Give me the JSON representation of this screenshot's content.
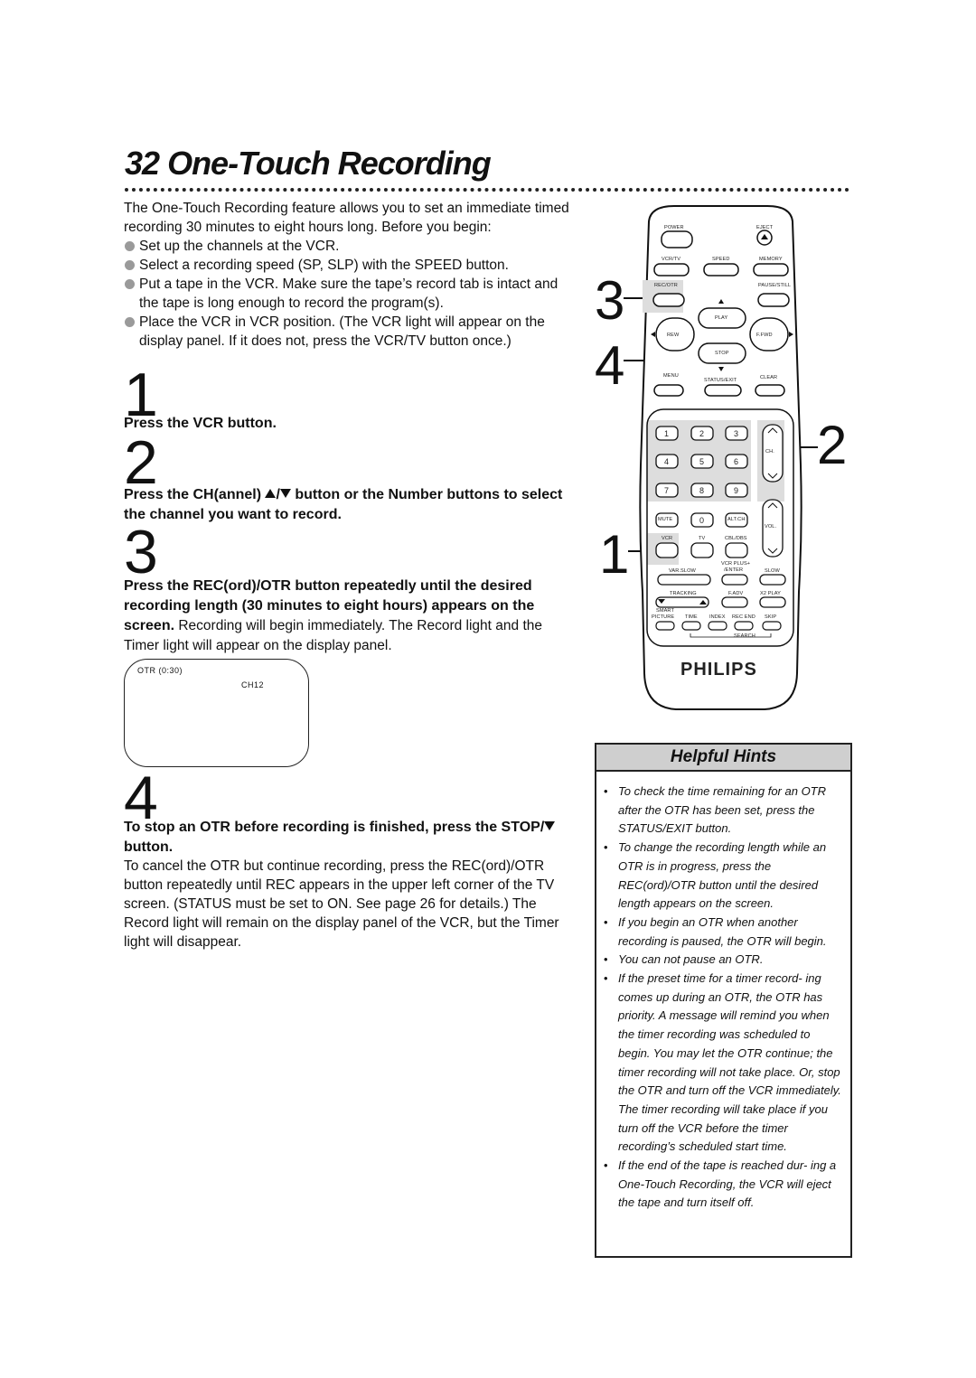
{
  "page": {
    "number": "32",
    "title": "One-Touch Recording"
  },
  "intro": {
    "text": "The One-Touch Recording feature allows you to set an immediate timed recording 30 minutes to eight hours long. Before you begin:",
    "bullets": [
      "Set up the channels at the VCR.",
      "Select a recording speed (SP, SLP) with the SPEED button.",
      "Put a tape in the VCR. Make sure the tape’s record tab is intact and the tape is long enough to record the program(s).",
      "Place the VCR in VCR position. (The VCR light will appear on the display panel. If it does not, press the VCR/TV button once.)"
    ]
  },
  "steps": [
    {
      "number": "1",
      "heading": "Press the VCR button."
    },
    {
      "number": "2",
      "heading_a": "Press the CH(annel) ",
      "heading_b": "/",
      "heading_c": " button or the Number buttons to select the channel you want to record."
    },
    {
      "number": "3",
      "heading": "Press the REC(ord)/OTR button repeatedly until the desired recording length (30 minutes to eight hours) appears on the screen.",
      "body": " Recording will begin immediately. The Record light and the Timer light will appear on the display panel."
    },
    {
      "number": "4",
      "heading_a": "To stop an OTR before recording is finished, press the STOP/",
      "heading_b": " button.",
      "body": "To cancel the OTR but continue recording, press the REC(ord)/OTR button repeatedly until REC appears in the upper left corner of the TV screen. (STATUS must be set to ON. See page 26 for details.) The Record light will remain on the display panel of the VCR, but the Timer light will disappear."
    }
  ],
  "tv_screen": {
    "otr": "OTR (0:30)",
    "channel": "CH12"
  },
  "helpful_hints": {
    "title": "Helpful Hints",
    "items": [
      "To check the time remaining for an OTR after the OTR has been set, press the STATUS/EXIT button.",
      "To change the recording length while an OTR is in progress, press the REC(ord)/OTR button until the desired length appears on the screen.",
      "If you begin an OTR when another recording is paused, the OTR will begin.",
      "You can not pause an OTR.",
      "If the preset time for a timer record- ing comes up during an OTR, the OTR has priority. A message will remind you when the timer recording was scheduled to begin. You may let the OTR continue; the timer recording will not take place. Or, stop the OTR and turn off the VCR immediately. The timer recording will take place if you turn off the VCR before the timer recording’s scheduled start time.",
      "If the end of the tape is reached dur- ing a One-Touch Recording, the VCR will eject the tape and turn itself off."
    ]
  },
  "remote": {
    "callouts": [
      "3",
      "4",
      "2",
      "1"
    ],
    "brand": "PHILIPS",
    "labels": {
      "power": "POWER",
      "eject": "EJECT",
      "vcr_tv": "VCR/TV",
      "speed": "SPEED",
      "memory": "MEMORY",
      "rec_otr": "REC/OTR",
      "pause_still": "PAUSE/STILL",
      "play": "PLAY",
      "rew": "REW",
      "ffwd": "F.FWD",
      "stop": "STOP",
      "menu": "MENU",
      "status_exit": "STATUS/EXIT",
      "clear": "CLEAR",
      "ch": "CH.",
      "vol": "VOL.",
      "mute": "MUTE",
      "alt_ch": "ALT.CH",
      "vcr": "VCR",
      "tv": "TV",
      "cbl_dbs": "CBL/DBS",
      "vcr_plus": "VCR PLUS+",
      "enter": "/ENTER",
      "var_slow": "VAR.SLOW",
      "slow": "SLOW",
      "tracking": "TRACKING",
      "fadv": "F.ADV",
      "x2play": "X2 PLAY",
      "smart": "SMART",
      "picture": "PICTURE",
      "time": "TIME",
      "index": "INDEX",
      "recend": "REC END",
      "skip": "SKIP",
      "search": "SEARCH"
    },
    "keys": [
      "1",
      "2",
      "3",
      "4",
      "5",
      "6",
      "7",
      "8",
      "9",
      "0"
    ]
  }
}
